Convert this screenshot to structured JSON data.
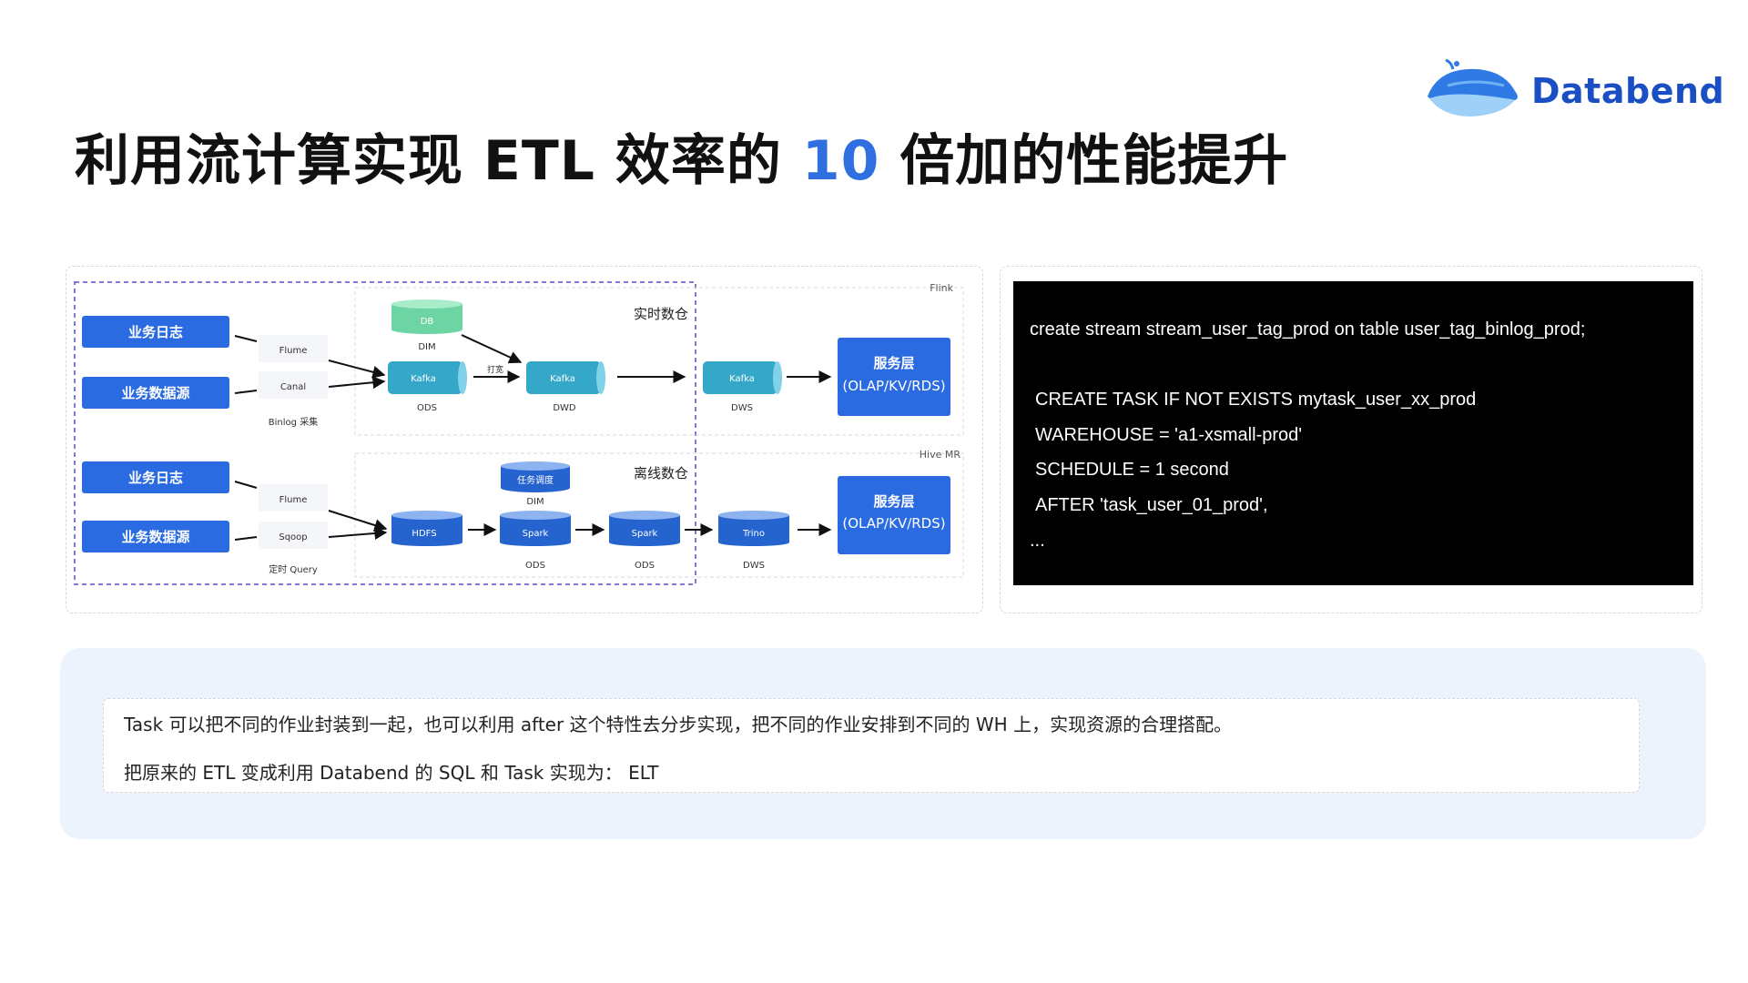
{
  "header": {
    "title_prefix": "利用流计算实现 ETL 效率的",
    "title_highlight": "10",
    "title_suffix": "倍加的性能提升",
    "logo_text": "Databend",
    "logo_icon": "whale-icon",
    "highlight_color": "#2f6fe0"
  },
  "diagram": {
    "flink_label": "Flink",
    "hive_label": "Hive MR",
    "realtime_label": "实时数仓",
    "offline_label": "离线数仓",
    "top": {
      "source_log": "业务日志",
      "source_data": "业务数据源",
      "collector1": "Flume",
      "collector2": "Canal",
      "collect_caption": "Binlog 采集",
      "dim_db": "DB",
      "dim_caption": "DIM",
      "kafka_ods": "Kafka",
      "ods_caption": "ODS",
      "widen_label": "打宽",
      "kafka_dwd": "Kafka",
      "dwd_caption": "DWD",
      "kafka_dws": "Kafka",
      "dws_caption": "DWS",
      "service_line1": "服务层",
      "service_line2": "(OLAP/KV/RDS)"
    },
    "bottom": {
      "source_log": "业务日志",
      "source_data": "业务数据源",
      "collector1": "Flume",
      "collector2": "Sqoop",
      "collect_caption": "定时 Query",
      "dim_task": "任务调度",
      "dim_caption": "DIM",
      "hdfs": "HDFS",
      "spark1": "Spark",
      "ods1_caption": "ODS",
      "spark2": "Spark",
      "ods2_caption": "ODS",
      "trino": "Trino",
      "dws_caption": "DWS",
      "service_line1": "服务层",
      "service_line2": "(OLAP/KV/RDS)"
    },
    "colors": {
      "blue_box": "#2b6be2",
      "teal": "#35a7c8",
      "green": "#6dd4a4",
      "blue_cyl": "#2563cf",
      "dashed_purple": "#7f77d9"
    }
  },
  "code": {
    "line1": "create stream  stream_user_tag_prod on table user_tag_binlog_prod;",
    "line2": "CREATE TASK IF NOT EXISTS mytask_user_xx_prod",
    "line3": "WAREHOUSE = 'a1-xsmall-prod'",
    "line4": "SCHEDULE = 1 second",
    "line5": "AFTER 'task_user_01_prod',",
    "line6": "..."
  },
  "note": {
    "line1": "Task 可以把不同的作业封装到一起，也可以利用 after 这个特性去分步实现，把不同的作业安排到不同的 WH 上，实现资源的合理搭配。",
    "line2": "把原来的 ETL 变成利用 Databend 的 SQL 和 Task 实现为：  ELT"
  }
}
